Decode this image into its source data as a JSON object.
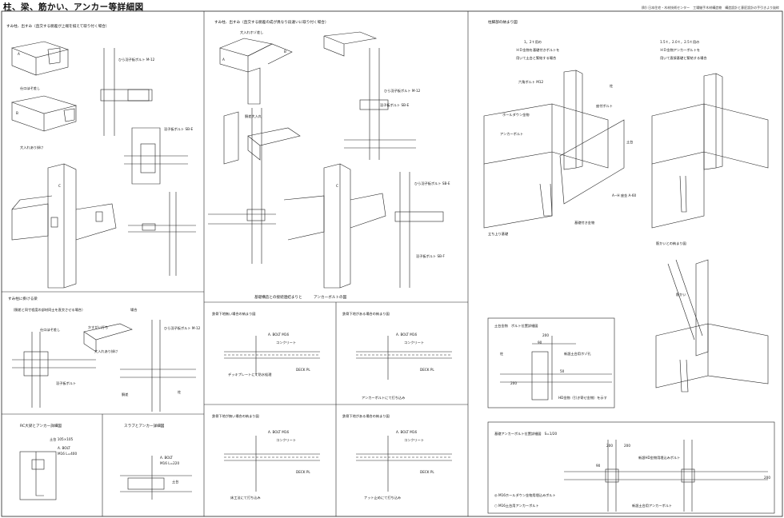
{
  "title": "柱、梁、筋かい、アンカー等詳細図",
  "credit": "(財) 日本住宅・木材技術センター　工場継手木材構造物　構造設計と意匠設計の手引きより抜粋",
  "p1": {
    "heading": "すみ柱、出すみ（直交する胴差が上端を揃えて取り付く場合）",
    "labels": [
      "ひら羽子板ボルト M-12",
      "仕口ほぞ差し",
      "大入れあり掛け",
      "羽子板ボルト SB-E",
      "A",
      "B",
      "C"
    ]
  },
  "p2": {
    "heading": "すみ柱、出すみ（直交する胴差の成が異なり段違いに取り付く場合）",
    "sub": "大入れホゾ差し",
    "labels": [
      "ひら羽子板ボルト M-12",
      "羽子板ボルト SB-E",
      "ひら羽子板ボルト SB-E",
      "羽子板ボルト SB-F",
      "胴差大入れ",
      "A",
      "B",
      "C"
    ]
  },
  "p3": {
    "heading": "すみ柱に掛ける梁",
    "sub": "（胴差と同寸程度の部材同士を直交させる場合）",
    "case": "場合",
    "labels": [
      "かすがい打ち",
      "ひら羽子板ボルト M-12",
      "仕口ほぞ差し",
      "大入れあり掛け",
      "羽子板ボルト",
      "胴差",
      "柱"
    ]
  },
  "p4": {
    "heading": "柱脚部の納まり図",
    "sub1": "1，2ｔ用の",
    "sub1b": "ＨＤ金物を基礎付きボルトを",
    "sub1c": "用いて土台と緊結する場合",
    "sub2": "1.5ｔ，2.0ｔ，2.5ｔ用の",
    "sub2b": "ＨＤ金物アンカーボルトを",
    "sub2c": "用いて直接基礎と緊結する場合",
    "labels": [
      "六角ボルト M12",
      "土台",
      "ホールダウン金物",
      "アンカーボルト",
      "柱",
      "座付ボルト",
      "立ち上り基礎",
      "A−H 座金 A-60",
      "基礎付き金物"
    ],
    "brace_heading": "筋かいとの納まり図",
    "brace_label": "筋かい"
  },
  "p5": {
    "heading": "基礎構造との接続連結まりと",
    "heading2": "アンカーボルトの図",
    "cells": [
      {
        "title": "鉄骨下地無い場合の納まり図",
        "l1": "A. BOLT M16",
        "l2": "コンクリート",
        "l3": "DECK PL",
        "l4": "デッキプレートにて防水処理"
      },
      {
        "title": "鉄骨下地がある場合の納まり図",
        "l1": "A. BOLT M16",
        "l2": "コンクリート",
        "l3": "DECK PL",
        "l4": "アンカーボルトにて打ち込み"
      },
      {
        "title": "鉄骨下地が無い場合の納まり図",
        "l1": "A. BOLT M16",
        "l2": "コンクリート",
        "l3": "DECK PL",
        "l4": "床工法にて打ち込み"
      },
      {
        "title": "鉄骨下地がある場合の納まり図",
        "l1": "A. BOLT M16",
        "l2": "コンクリート",
        "l3": "DECK PL",
        "l4": "ナット止めにて打ち込み"
      }
    ]
  },
  "p6": {
    "heading": "RC大梁とアンカー詳細図",
    "l1": "土台 105×105",
    "l2": "A. BOLT",
    "l3": "M16 L=400"
  },
  "p7": {
    "heading": "スラブとアンカー詳細図",
    "l1": "A. BOLT",
    "l2": "M16 L=220",
    "l3": "土台"
  },
  "p8": {
    "heading": "土台金物　ボルト位置詳細図",
    "labels": [
      "新設土台用ホゾ孔",
      "HD金物（引き寄せ金物）を示す",
      "柱"
    ],
    "dims": [
      "200",
      "90",
      "50",
      "200"
    ]
  },
  "p9": {
    "heading": "基礎アンカーボルト位置詳細図　S=1/20",
    "labels": [
      "新設HD金物用埋込みボルト",
      "新設土台用アンカーボルト"
    ],
    "legend1": "◎ M16ホールダウン金物用埋込みボルト",
    "legend2": "○ M16土台用アンカーボルト",
    "dims": [
      "200",
      "200",
      "90",
      "200"
    ]
  }
}
